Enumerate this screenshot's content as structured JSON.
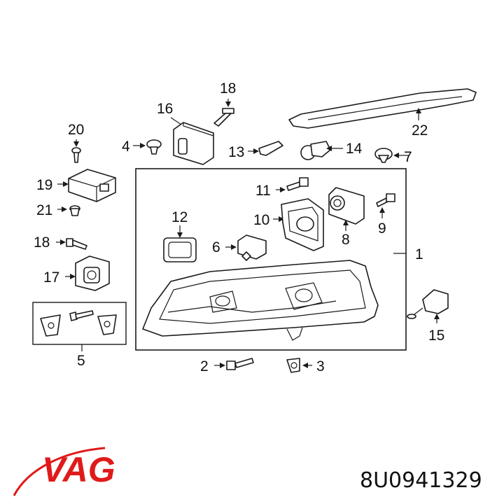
{
  "callouts": {
    "c1": "1",
    "c2": "2",
    "c3": "3",
    "c4": "4",
    "c5": "5",
    "c6": "6",
    "c7": "7",
    "c8": "8",
    "c9": "9",
    "c10": "10",
    "c11": "11",
    "c12": "12",
    "c13": "13",
    "c14": "14",
    "c15": "15",
    "c16": "16",
    "c17": "17",
    "c18a": "18",
    "c18b": "18",
    "c19": "19",
    "c20": "20",
    "c21": "21",
    "c22": "22"
  },
  "brand": {
    "logo_text": "VAG",
    "color": "#e01a1a"
  },
  "part_number": "8U0941329"
}
